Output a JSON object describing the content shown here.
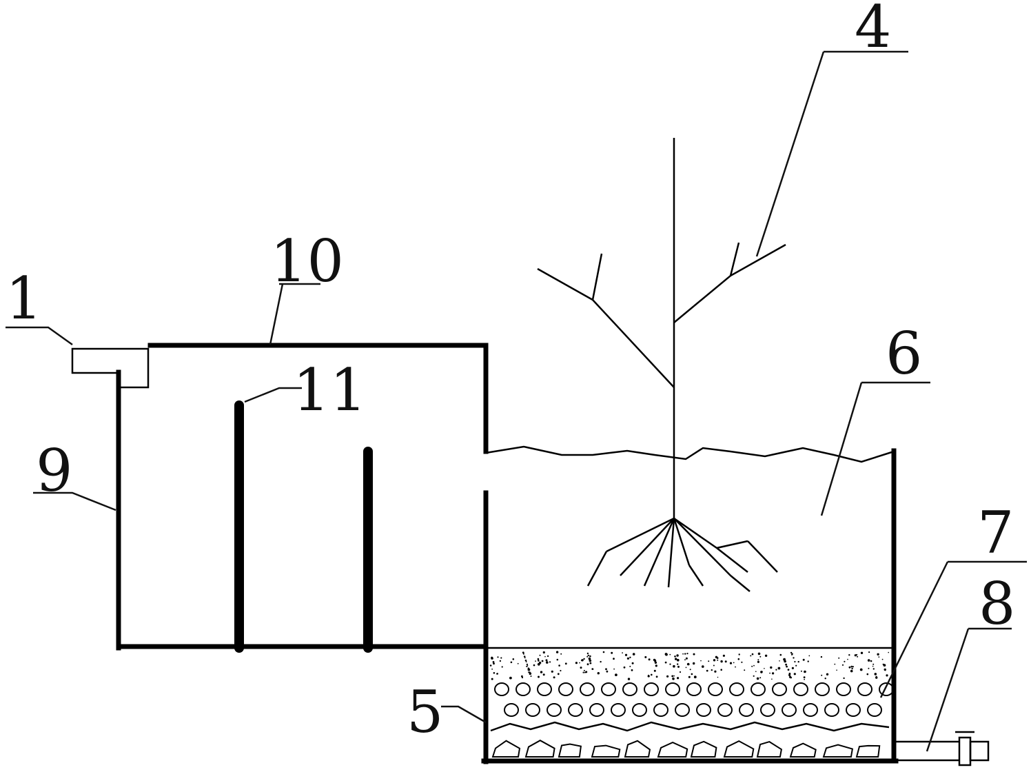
{
  "callouts": [
    {
      "id": "1",
      "text": "1"
    },
    {
      "id": "4",
      "text": "4"
    },
    {
      "id": "5",
      "text": "5"
    },
    {
      "id": "6",
      "text": "6"
    },
    {
      "id": "7",
      "text": "7"
    },
    {
      "id": "8",
      "text": "8"
    },
    {
      "id": "9",
      "text": "9"
    },
    {
      "id": "10",
      "text": "10"
    },
    {
      "id": "11",
      "text": "11"
    }
  ],
  "colors": {
    "line": "#000000",
    "background": "#ffffff"
  }
}
